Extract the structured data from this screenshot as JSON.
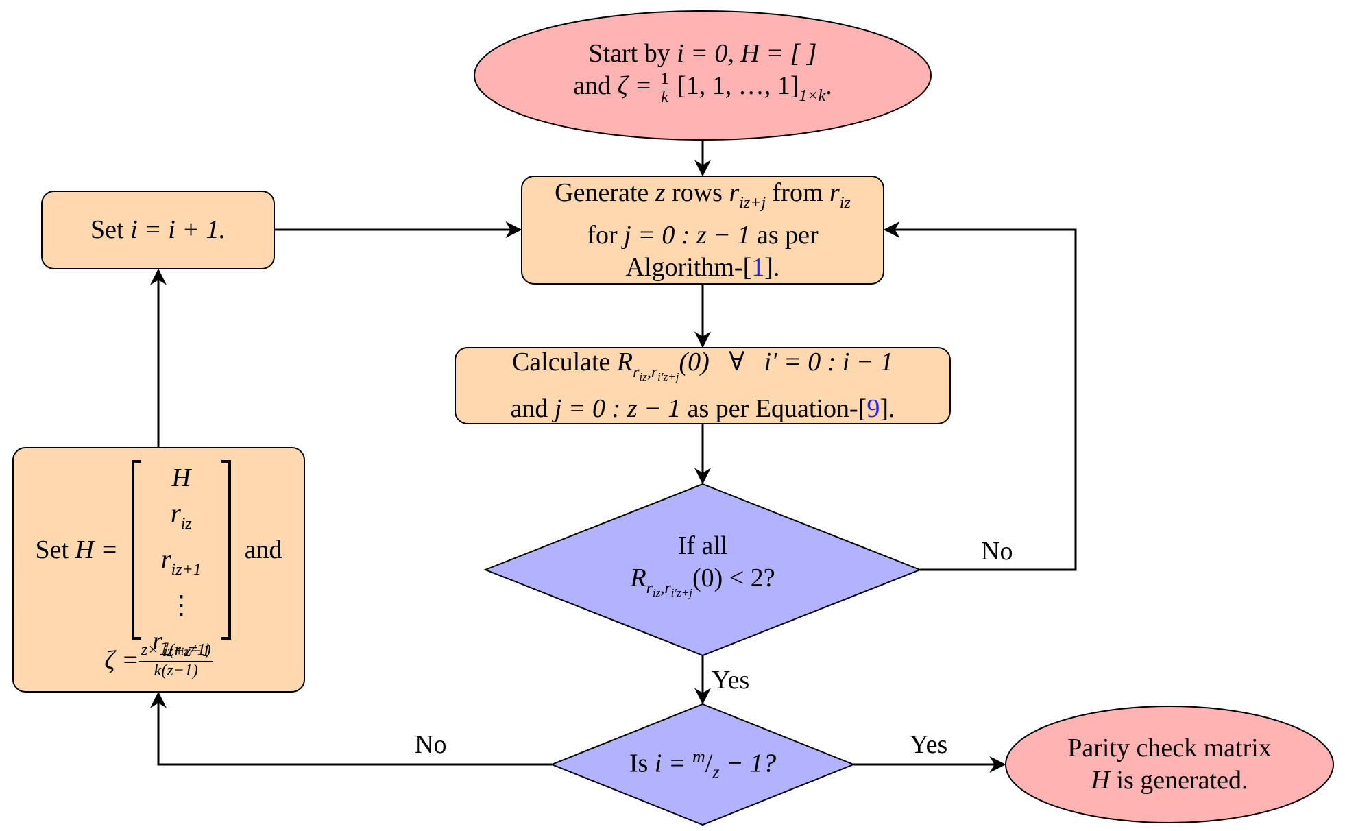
{
  "colors": {
    "terminal_fill": "#ffb3b3",
    "process_fill": "#ffd8b0",
    "decision_fill": "#b2b2ff",
    "stroke": "#000000",
    "reference_link": "#1f1fff"
  },
  "nodes": {
    "start": {
      "line1_text": "Start by",
      "line1_math": "i = 0, H = [ ]",
      "line2_text": "and",
      "line2_math": "ζ = ",
      "frac_num": "1",
      "frac_den": "k",
      "vector": "[1, 1, …, 1]",
      "vector_sub": "1×k",
      "end_punct": "."
    },
    "generate": {
      "t1": "Generate",
      "m1": "z",
      "t2": "rows",
      "m2": "r",
      "m2_sub": "iz+j",
      "t3": "from",
      "m3": "r",
      "m3_sub": "iz",
      "t4": "for",
      "m4": "j = 0 : z − 1",
      "t5": "as per",
      "t6": "Algorithm-[",
      "ref": "1",
      "t7": "]."
    },
    "calculate": {
      "t1": "Calculate",
      "m1": "R",
      "m1_sub": "r",
      "m1_subsub1": "iz",
      "m1_sub_comma": ",r",
      "m1_subsub2": "i′z+j",
      "m2": "(0)   ∀   i′ = 0 : i − 1",
      "t2": "and",
      "m3": "j = 0 : z − 1",
      "t3": "as per Equation-[",
      "ref": "9",
      "t4": "]."
    },
    "decision_all": {
      "line1": "If all",
      "m1": "R",
      "m1_sub": "r",
      "m1_subsub1": "iz",
      "m1_sub_comma": ",r",
      "m1_subsub2": "i′z+j",
      "m2": "(0) < 2?"
    },
    "decision_last": {
      "t1": "Is",
      "m1": "i = ",
      "m2": "m",
      "slash": "/",
      "m3": "z",
      "m4": " − 1?"
    },
    "end": {
      "line1": "Parity check matrix",
      "m1": "H",
      "line2": "is generated."
    },
    "increment": {
      "t1": "Set",
      "m1": "i = i + 1."
    },
    "update_h": {
      "t1": "Set",
      "m1": "H =",
      "matrix_rows": [
        "H",
        "r_iz",
        "r_iz+1",
        "⋮",
        "r_iz+z−1"
      ],
      "row1": "H",
      "row2_base": "r",
      "row2_sub": "iz",
      "row3_base": "r",
      "row3_sub": "iz+1",
      "row4": "⋮",
      "row5_base": "r",
      "row5_sub": "iz+z−1",
      "t2": "and",
      "zeta": "ζ = ",
      "frac_num": "z×𝟙(r",
      "frac_num_sub": "iz",
      "frac_num_end": "≠1)",
      "frac_den": "k(z−1)"
    }
  },
  "edge_labels": {
    "loop_no": "No",
    "down_yes": "Yes",
    "left_no": "No",
    "right_yes": "Yes"
  }
}
